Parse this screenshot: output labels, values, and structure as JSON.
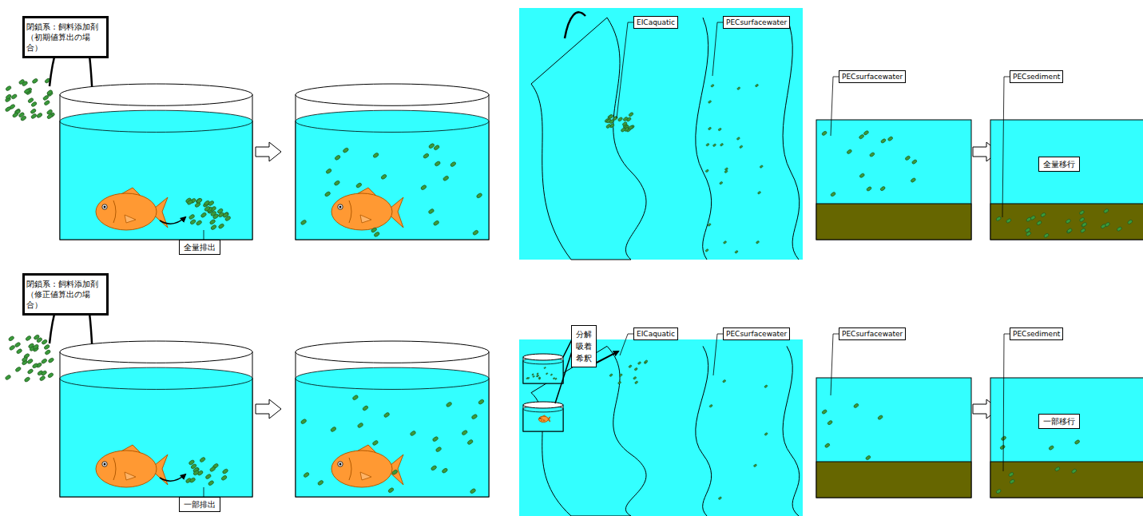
{
  "diagram": {
    "nodes": [
      {
        "text": [
          "閉鎖系：飼料添加剤 （初期値算出の場合）"
        ]
      },
      {
        "text": [
          "全量排出"
        ]
      },
      {
        "text": [
          "EICaquatic"
        ]
      },
      {
        "text": [
          "PECsurfacewater"
        ]
      },
      {
        "text": [
          "PECsurfacewater"
        ]
      },
      {
        "text": [
          "PECsediment"
        ]
      },
      {
        "text": [
          "全量移行"
        ]
      },
      {
        "text": [
          "閉鎖系：飼料添加剤 （修正値算出の場合）"
        ]
      },
      {
        "text": [
          "一部排出"
        ]
      },
      {
        "text": [
          "分解 吸着 希釈"
        ]
      },
      {
        "text": [
          "EICaquatic"
        ]
      },
      {
        "text": [
          "PECsurfacewater"
        ]
      },
      {
        "text": [
          "PECsurfacewater"
        ]
      },
      {
        "text": [
          "PECsediment"
        ]
      },
      {
        "text": [
          "一部移行"
        ]
      }
    ]
  }
}
